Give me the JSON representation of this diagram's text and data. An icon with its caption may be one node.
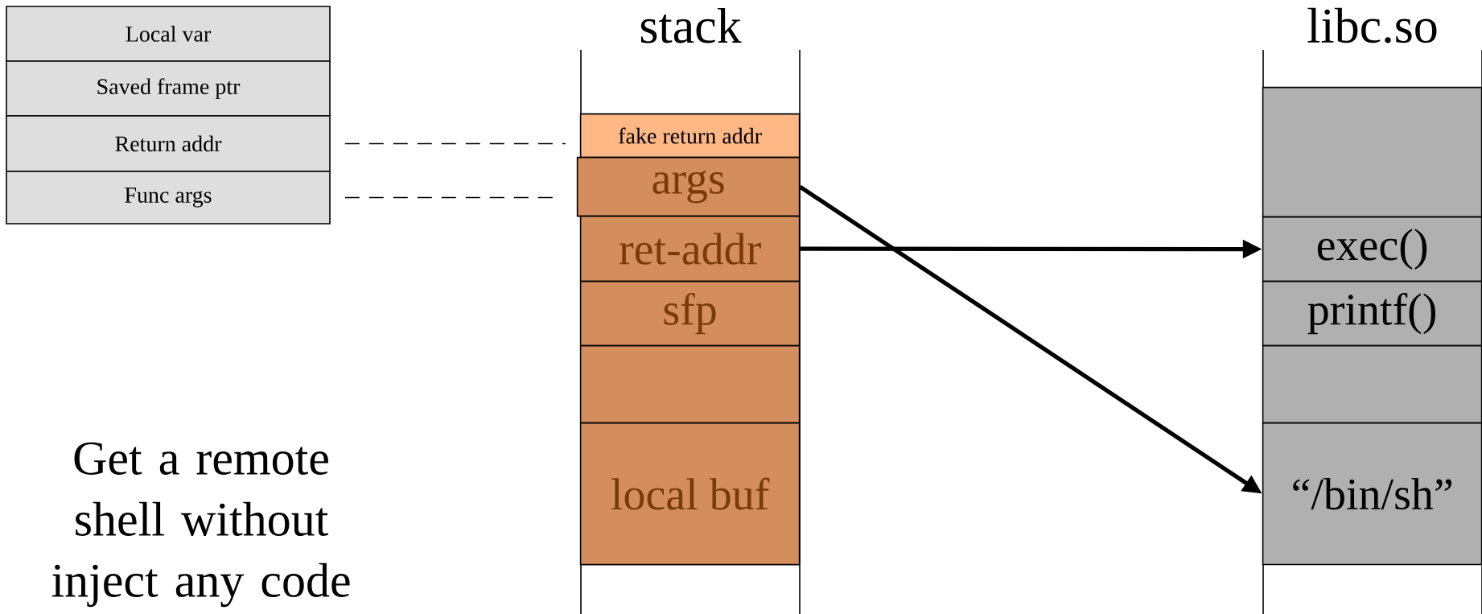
{
  "diagram": {
    "nodes": [
      {
        "text": [
          "Local var"
        ]
      },
      {
        "text": [
          "Saved frame ptr"
        ]
      },
      {
        "text": [
          "Return addr"
        ]
      },
      {
        "text": [
          "Func args"
        ]
      },
      {
        "text": [
          "stack"
        ]
      },
      {
        "text": [
          "fake return addr"
        ],
        "in": 4
      },
      {
        "text": [
          "args"
        ],
        "in": 4
      },
      {
        "text": [
          "ret-addr"
        ],
        "in": 4
      },
      {
        "text": [
          "sfp"
        ],
        "in": 4
      },
      {
        "text": [],
        "shape": "box",
        "in": 4
      },
      {
        "text": [
          "local buf"
        ],
        "in": 4
      },
      {
        "text": [
          "libc.so"
        ]
      },
      {
        "text": [],
        "shape": "box",
        "in": 11
      },
      {
        "text": [
          "exec()"
        ],
        "in": 11
      },
      {
        "text": [
          "printf()"
        ],
        "in": 11
      },
      {
        "text": [],
        "shape": "box",
        "in": 11
      },
      {
        "text": [
          "“/bin/sh”"
        ],
        "in": 11
      }
    ],
    "edges": [
      {
        "from": 2,
        "to": 5,
        "arrow": "none",
        "style": "dashed"
      },
      {
        "from": 3,
        "to": 6,
        "arrow": "none",
        "style": "dashed"
      },
      {
        "from": 6,
        "to": 16,
        "arrow": "to",
        "style": "thick"
      },
      {
        "from": 7,
        "to": 13,
        "arrow": "to",
        "style": "thick"
      }
    ],
    "labels": [
      "Get a remote shell without inject any code"
    ]
  }
}
